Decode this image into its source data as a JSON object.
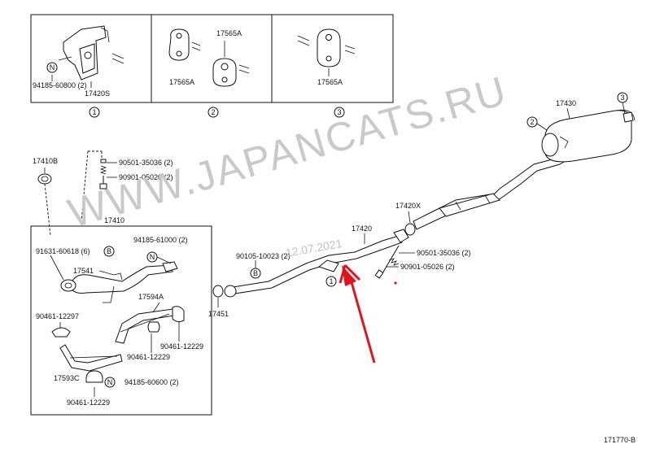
{
  "insets": [
    {
      "part_a": "94185-60800 (2)",
      "part_b": "17420S",
      "circle_label": "N",
      "callout": "1"
    },
    {
      "part_a": "17565A",
      "part_b": "17565A",
      "callout": "2"
    },
    {
      "part_a": "17565A",
      "callout": "3"
    }
  ],
  "labels": {
    "p17410B": "17410B",
    "p90501a": "90501-35036 (2)",
    "p90901a": "90901-05020 (2)",
    "p17410": "17410",
    "p91631": "91631-60618 (6)",
    "pB1": "B",
    "p94185b": "94185-61000 (2)",
    "pN1": "N",
    "p17541": "17541",
    "p17594A": "17594A",
    "p90461a": "90461-12297",
    "p90461b": "90461-12229",
    "p90461c": "90461-12229",
    "p17593C": "17593C",
    "pN2": "N",
    "p94185c": "94185-60600 (2)",
    "p90461d": "90461-12229",
    "p90105": "90105-10023 (2)",
    "pB2": "B",
    "p17451": "17451",
    "p17420": "17420",
    "callout1": "1",
    "p17420X": "17420X",
    "p90501b": "90501-35036 (2)",
    "p90901b": "90901-05026 (2)",
    "p17430": "17430",
    "callout2": "2",
    "callout3": "3",
    "diagram_code": "171770-B"
  },
  "watermark": "WWW.JAPANCATS.RU",
  "date_stamp": "12.07.2021",
  "colors": {
    "arrow": "#e0141c",
    "line": "#111111",
    "watermark": "#c9c9c9"
  }
}
